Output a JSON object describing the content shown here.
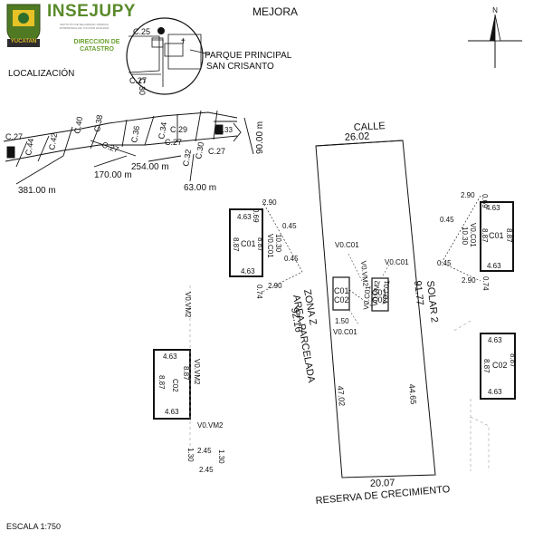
{
  "header": {
    "title": "MEJORA",
    "logo_title": "INSEJUPY",
    "logo_subtitle": "INSTITUTO DE SEGURIDAD JURIDICA PATRIMONIAL DE YUCATAN 2018-2024",
    "logo_dept_line1": "DIRECCION DE",
    "logo_dept_line2": "CATASTRO",
    "seal_label": "YUCATAN",
    "north_label": "N"
  },
  "location": {
    "label": "LOCALIZACIÓN",
    "park_line1": "PARQUE PRINCIPAL",
    "park_line2": "SAN CRISANTO",
    "inset_streets": [
      "C.25",
      "C.27",
      "C.30"
    ],
    "streets": [
      "C.27",
      "C.44",
      "C.42",
      "C.40",
      "C.38",
      "C.27",
      "C.36",
      "C.34",
      "C.29",
      "C.27",
      "C.33",
      "C.32",
      "C.30",
      "C.27"
    ],
    "distances": [
      "381.00 m",
      "170.00 m",
      "254.00 m",
      "63.00 m",
      "90.00 m"
    ]
  },
  "parcel": {
    "top_label": "CALLE",
    "top_dim": "26.02",
    "left_dim": "92.16",
    "zone_line1": "ZONA Z",
    "zone_line2": "AREA PARCELADA",
    "right_dim": "91.77",
    "solar_label": "SOLAR 2",
    "bottom_dim": "20.07",
    "bottom_label": "RESERVA DE CRECIMIENTO",
    "inner_left_dim": "47.02",
    "inner_right_dim": "44.65",
    "interior_labels": [
      "V0.C01",
      "V0.C01",
      "V0.C01",
      "V0.VM2",
      "V0.VM2",
      "V0.C01",
      "V0.C01",
      "C01",
      "C02",
      "C01",
      "C02",
      "1.50"
    ]
  },
  "details": {
    "left_top": [
      "2.90",
      "0.69",
      "4.63",
      "0.45",
      "C01",
      "8.87",
      "8.87",
      "10.30",
      "V0.C01",
      "0.45",
      "4.63",
      "0.74",
      "2.90"
    ],
    "right_top": [
      "2.90",
      "0.69",
      "4.63",
      "0.45",
      "C01",
      "8.87",
      "8.87",
      "V0.C01",
      "10.30",
      "0.45",
      "4.63",
      "0.74",
      "2.90"
    ],
    "left_mid": [
      "V0.VM2",
      "4.63",
      "8.87",
      "C02",
      "8.87",
      "V0.VM2",
      "4.63",
      "V0.VM2"
    ],
    "right_mid": [
      "4.63",
      "C02",
      "8.87",
      "8.87",
      "4.63"
    ],
    "stair": [
      "2.45",
      "1.30",
      "1.30",
      "2.45"
    ]
  },
  "footer": {
    "scale": "ESCALA 1:750"
  }
}
